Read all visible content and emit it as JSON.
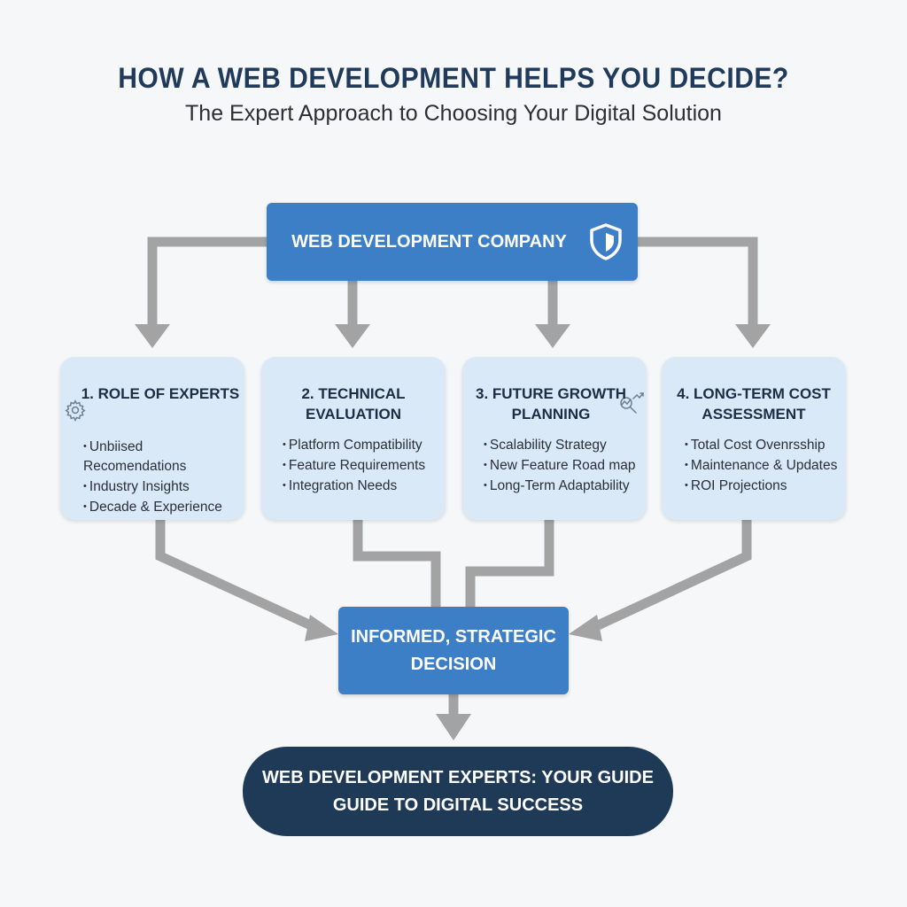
{
  "header": {
    "title": "HOW A WEB DEVELOPMENT HELPS YOU DECIDE?",
    "subtitle": "The Expert Approach to Choosing Your Digital Solution"
  },
  "company": {
    "label": "WEB DEVELOPMENT COMPANY",
    "icon": "shield-icon"
  },
  "cards": [
    {
      "title_line1": "1. ROLE OF EXPERTS",
      "title_line2": "",
      "icon": "gear-icon",
      "items": [
        "Unbiised Recomendations",
        "Industry Insights",
        "Decade & Experience"
      ]
    },
    {
      "title_line1": "2. TECHNICAL",
      "title_line2": "EVALUATION",
      "icon": "",
      "items": [
        "Platform Compatibility",
        "Feature Requirements",
        "Integration Needs"
      ]
    },
    {
      "title_line1": "3. FUTURE GROWTH",
      "title_line2": "PLANNING",
      "icon": "magnifier-chart-icon",
      "items": [
        "Scalability Strategy",
        "New Feature Road map",
        "Long-Term Adaptability"
      ]
    },
    {
      "title_line1": "4. LONG-TERM COST",
      "title_line2": "ASSESSMENT",
      "icon": "",
      "items": [
        "Total Cost Ovenrsship",
        "Maintenance & Updates",
        "ROI Projections"
      ]
    }
  ],
  "decision": {
    "line1": "INFORMED, STRATEGIC",
    "line2": "DECISION"
  },
  "guide": {
    "line1": "WEB DEVELOPMENT EXPERTS: YOUR GUIDE",
    "line2": "GUIDE TO DIGITAL SUCCESS"
  },
  "colors": {
    "primary_blue": "#3d7fc6",
    "card_fill": "#d9e9f7",
    "navy": "#1f3a57",
    "connector_gray": "#a3a3a3"
  }
}
